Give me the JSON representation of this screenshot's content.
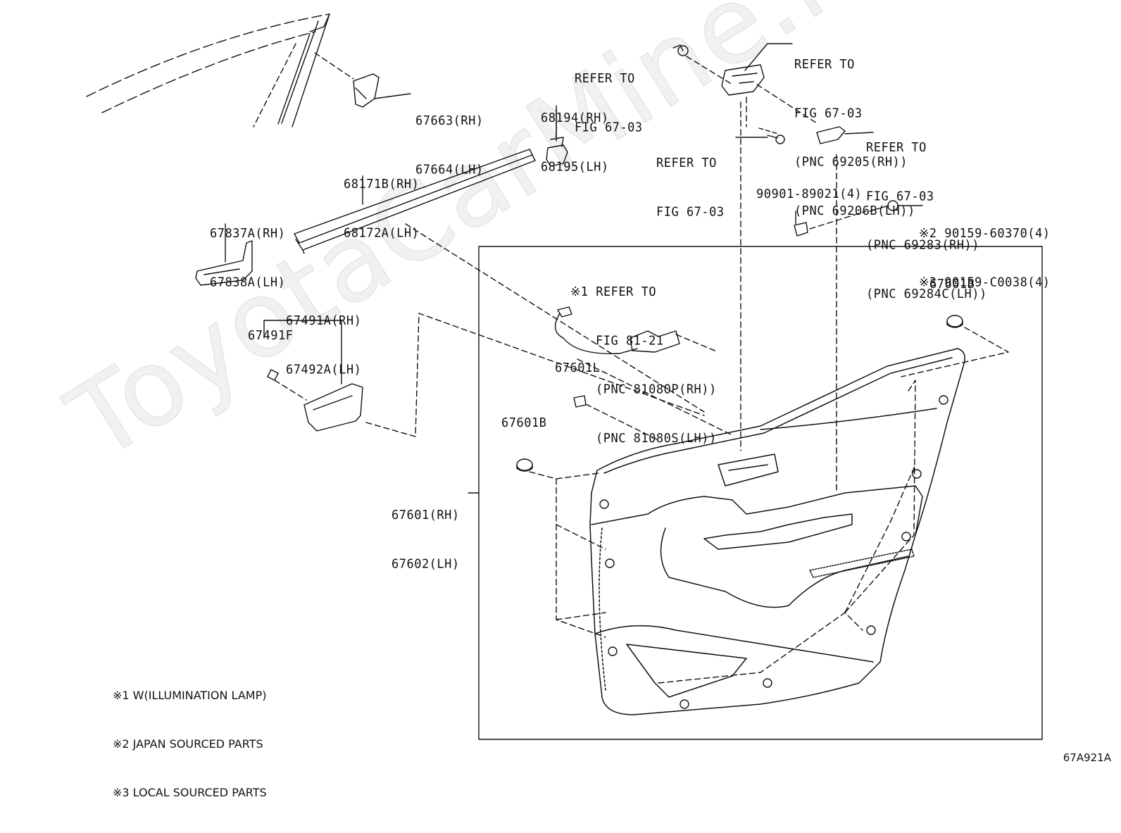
{
  "watermark": "ToyotaCarMine.ru",
  "figure_id": "67A921A",
  "labels": {
    "p67663": [
      "67663(RH)",
      "67664(LH)"
    ],
    "p68194": [
      "68194(RH)",
      "68195(LH)"
    ],
    "p68171": [
      "68171B(RH)",
      "68172A(LH)"
    ],
    "p67837": [
      "67837A(RH)",
      "67838A(LH)"
    ],
    "p67491A": [
      "67491A(RH)",
      "67492A(LH)"
    ],
    "p67491F": "67491F",
    "p67601L": "67601L",
    "p67601B_left": "67601B",
    "p67601B_right": "67601B",
    "p67601": [
      "67601(RH)",
      "67602(LH)"
    ],
    "ref_clip": [
      "REFER TO",
      "FIG 67-03"
    ],
    "ref_handle": [
      "REFER TO",
      "FIG 67-03",
      "(PNC 69205(RH))",
      "(PNC 69206B(LH))"
    ],
    "ref_screw": [
      "REFER TO",
      "FIG 67-03"
    ],
    "ref_cover": [
      "REFER TO",
      "FIG 67-03",
      "(PNC 69283(RH))",
      "(PNC 69284C(LH))"
    ],
    "p90901": "90901-89021(4)",
    "p90159": [
      "※2 90159-60370(4)",
      "※3 90159-C0038(4)"
    ],
    "ref_lamp": [
      "※1 REFER TO",
      "FIG 81-21",
      "(PNC 81080P(RH))",
      "(PNC 81080S(LH))"
    ]
  },
  "notes": [
    "※1 W(ILLUMINATION LAMP)",
    "※2 JAPAN SOURCED PARTS",
    "※3 LOCAL SOURCED PARTS"
  ]
}
